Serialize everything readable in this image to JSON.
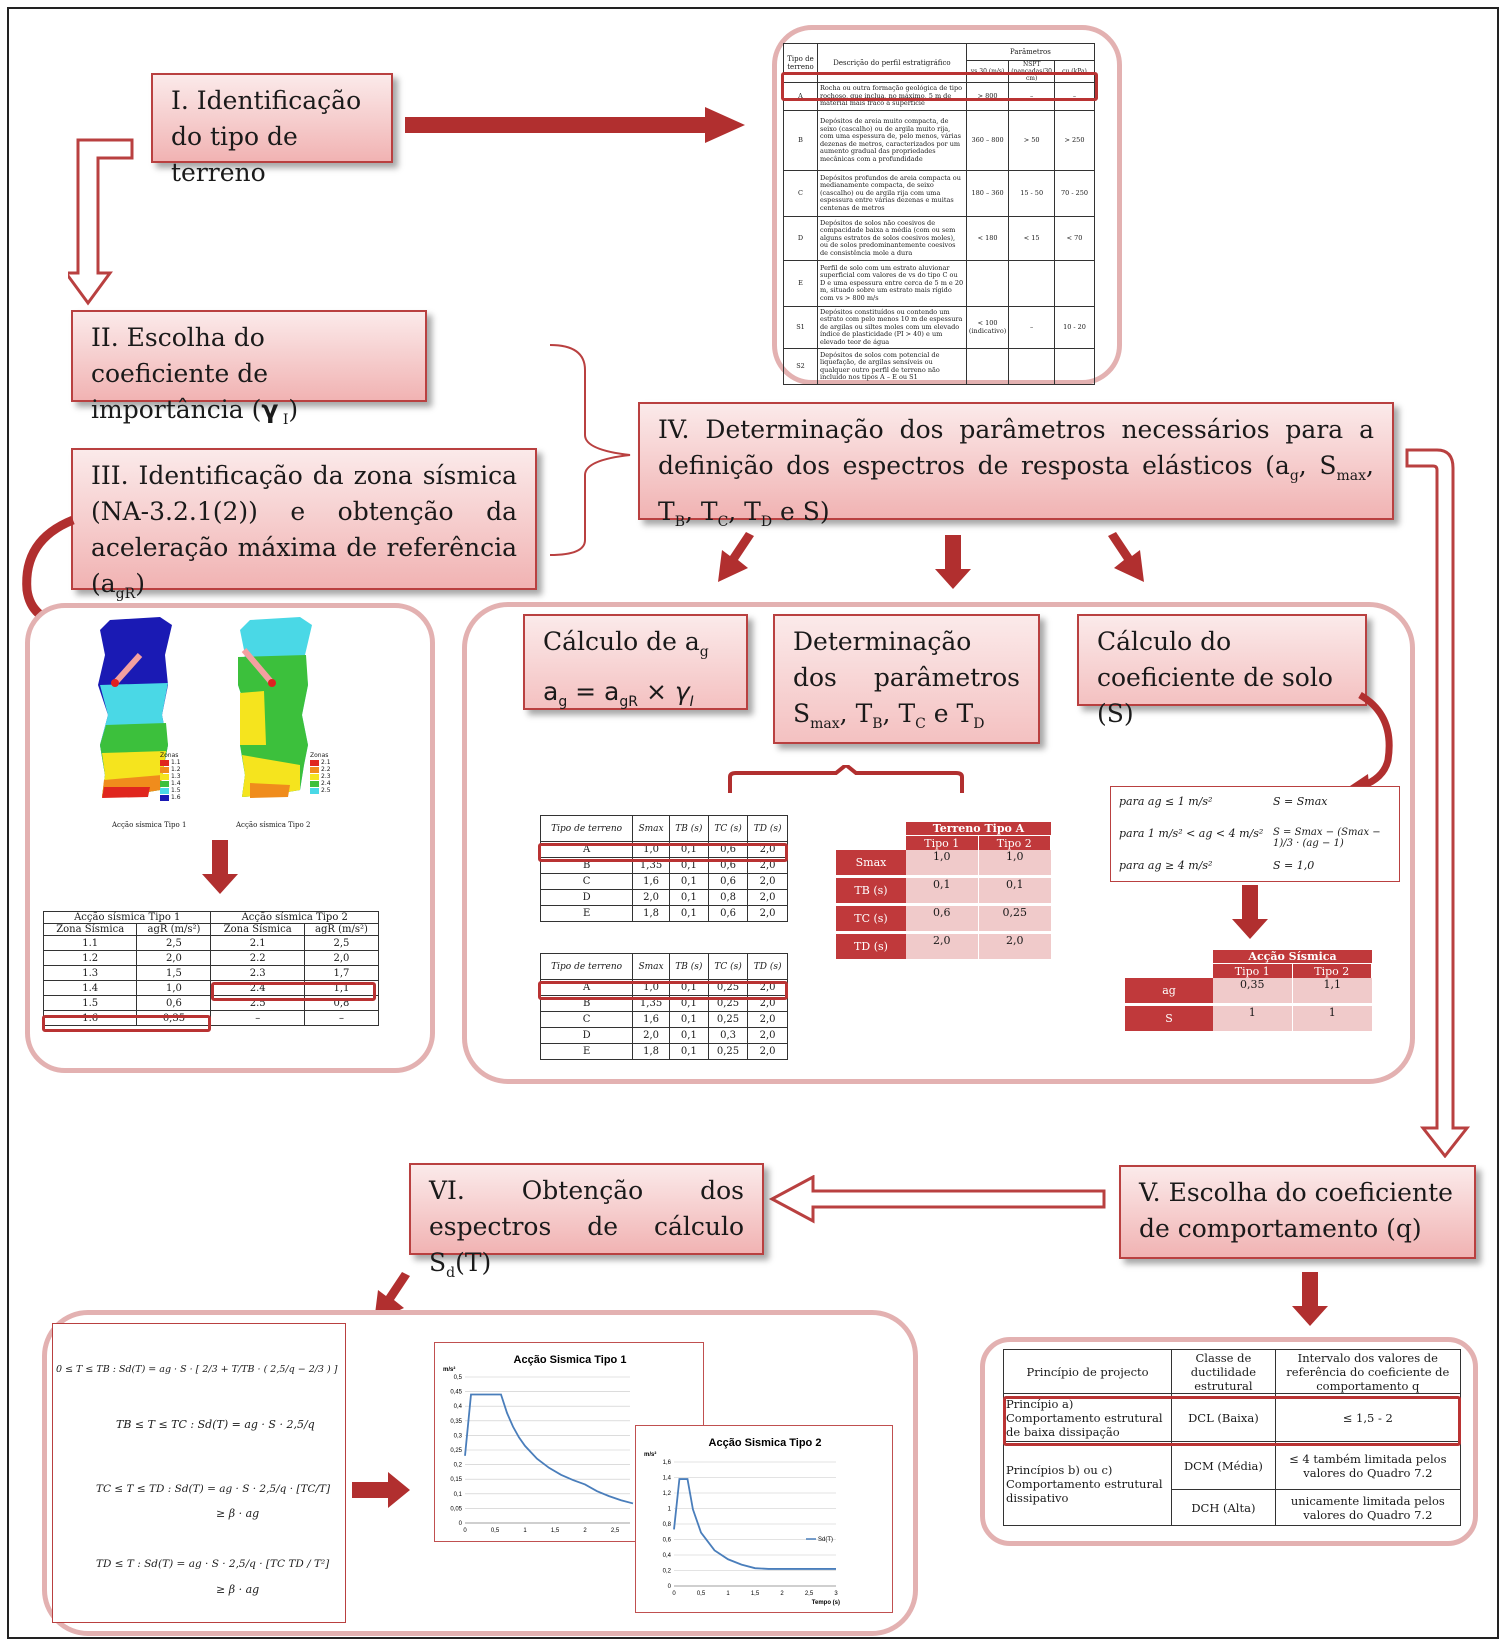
{
  "steps": {
    "s1": "I. Identificação do tipo de terreno",
    "s2_pre": "II. Escolha do coeficiente de importância (",
    "s2_sym": "γ",
    "s2_sub": " I",
    "s2_post": ")",
    "s3_pre": "III. Identificação da zona sísmica (NA-3.2.1(2)) e obtenção da aceleração máxima de referência (a",
    "s3_sub": "gR",
    "s3_post": ")",
    "s4_a": "IV. Determinação dos parâmetros necessários para a definição dos espectros de resposta elásticos (a",
    "s4_g": "g",
    "s4_b": ", S",
    "s4_max": "max",
    "s4_c": ", T",
    "s4_B": "B",
    "s4_d": ", T",
    "s4_C": "C",
    "s4_e": ", T",
    "s4_D": "D",
    "s4_f": " e S)",
    "s5": "V. Escolha do coeficiente de comportamento (q)",
    "s6_pre": "VI. Obtenção dos espectros de cálculo S",
    "s6_sub": "d",
    "s6_post": "(T)"
  },
  "sub": {
    "ag_title_pre": "Cálculo de a",
    "ag_title_sub": "g",
    "ag_eq_a": "a",
    "ag_eq_g": "g",
    "ag_eq_mid": " = a",
    "ag_eq_gR": "gR",
    "ag_eq_x": " × ",
    "ag_eq_gamma": "γ",
    "ag_eq_I": "I",
    "params_a": "Determinação dos parâmetros S",
    "params_max": "max",
    "params_b": ", T",
    "params_B": "B",
    "params_c": ", T",
    "params_C": "C",
    "params_d": " e T",
    "params_D": "D",
    "soil": "Cálculo do coeficiente de solo (S)"
  },
  "soil_table": {
    "headers": [
      "Tipo de terreno",
      "Descrição do perfil estratigráfico",
      "Parâmetros",
      "vs,30 (m/s)",
      "NSPT (pancadas/30 cm)",
      "cu (kPa)"
    ],
    "rows": [
      [
        "A",
        "Rocha ou outra formação geológica de tipo rochoso, que inclua, no máximo, 5 m de material mais fraco à superfície",
        "> 800",
        "–",
        "–"
      ],
      [
        "B",
        "Depósitos de areia muito compacta, de seixo (cascalho) ou de argila muito rija, com uma espessura de, pelo menos, várias dezenas de metros, caracterizados por um aumento gradual das propriedades mecânicas com a profundidade",
        "360 – 800",
        "> 50",
        "> 250"
      ],
      [
        "C",
        "Depósitos profundos de areia compacta ou medianamente compacta, de seixo (cascalho) ou de argila rija com uma espessura entre várias dezenas e muitas centenas de metros",
        "180 – 360",
        "15 - 50",
        "70 - 250"
      ],
      [
        "D",
        "Depósitos de solos não coesivos de compacidade baixa a média (com ou sem alguns estratos de solos coesivos moles), ou de solos predominantemente coesivos de consistência mole a dura",
        "< 180",
        "< 15",
        "< 70"
      ],
      [
        "E",
        "Perfil de solo com um estrato aluvionar superficial com valores de vs do tipo C ou D e uma espessura entre cerca de 5 m e 20 m, situado sobre um estrato mais rígido com vs > 800 m/s",
        "",
        "",
        ""
      ],
      [
        "S1",
        "Depósitos constituídos ou contendo um estrato com pelo menos 10 m de espessura de argilas ou siltes moles com um elevado índice de plasticidade (PI > 40) e um elevado teor de água",
        "< 100 (indicativo)",
        "–",
        "10 - 20"
      ],
      [
        "S2",
        "Depósitos de solos com potencial de liquefação, de argilas sensíveis ou qualquer outro perfil de terreno não incluído nos tipos A – E ou S1",
        "",
        "",
        ""
      ]
    ]
  },
  "maps": {
    "legend_title": "Zonas",
    "map1_zones": [
      "1.1",
      "1.2",
      "1.3",
      "1.4",
      "1.5",
      "1.6"
    ],
    "map2_zones": [
      "2.1",
      "2.2",
      "2.3",
      "2.4",
      "2.5"
    ],
    "map1_caption": "Acção sísmica Tipo 1",
    "map2_caption": "Acção sísmica Tipo 2",
    "zone_colors": [
      "#e0261e",
      "#f08c1c",
      "#f5e41e",
      "#3cc03c",
      "#4ad8e6",
      "#1a1ab4"
    ]
  },
  "zone_table": {
    "h1": "Acção sísmica Tipo 1",
    "h2": "Acção sísmica Tipo 2",
    "cols": [
      "Zona Sísmica",
      "agR (m/s²)",
      "Zona Sísmica",
      "agR (m/s²)"
    ],
    "rows": [
      [
        "1.1",
        "2,5",
        "2.1",
        "2,5"
      ],
      [
        "1.2",
        "2,0",
        "2.2",
        "2,0"
      ],
      [
        "1.3",
        "1,5",
        "2.3",
        "1,7"
      ],
      [
        "1.4",
        "1,0",
        "2.4",
        "1,1"
      ],
      [
        "1.5",
        "0,6",
        "2.5",
        "0,8"
      ],
      [
        "1.6",
        "0,35",
        "–",
        "–"
      ]
    ]
  },
  "param_tables": {
    "cols": [
      "Tipo de terreno",
      "Smax",
      "TB (s)",
      "TC (s)",
      "TD (s)"
    ],
    "type1": [
      [
        "A",
        "1,0",
        "0,1",
        "0,6",
        "2,0"
      ],
      [
        "B",
        "1,35",
        "0,1",
        "0,6",
        "2,0"
      ],
      [
        "C",
        "1,6",
        "0,1",
        "0,6",
        "2,0"
      ],
      [
        "D",
        "2,0",
        "0,1",
        "0,8",
        "2,0"
      ],
      [
        "E",
        "1,8",
        "0,1",
        "0,6",
        "2,0"
      ]
    ],
    "type2": [
      [
        "A",
        "1,0",
        "0,1",
        "0,25",
        "2,0"
      ],
      [
        "B",
        "1,35",
        "0,1",
        "0,25",
        "2,0"
      ],
      [
        "C",
        "1,6",
        "0,1",
        "0,25",
        "2,0"
      ],
      [
        "D",
        "2,0",
        "0,1",
        "0,3",
        "2,0"
      ],
      [
        "E",
        "1,8",
        "0,1",
        "0,25",
        "2,0"
      ]
    ]
  },
  "terreno_a": {
    "title": "Terreno Tipo A",
    "cols": [
      "Tipo 1",
      "Tipo 2"
    ],
    "rows": [
      [
        "Smax",
        "1,0",
        "1,0"
      ],
      [
        "TB (s)",
        "0,1",
        "0,1"
      ],
      [
        "TC (s)",
        "0,6",
        "0,25"
      ],
      [
        "TD (s)",
        "2,0",
        "2,0"
      ]
    ]
  },
  "soil_formula": {
    "l1a": "para  ag ≤ 1 m/s²",
    "l1b": "S = Smax",
    "l2a": "para  1 m/s² < ag < 4 m/s²",
    "l2b": "S = Smax − (Smax − 1)/3 · (ag − 1)",
    "l3a": "para  ag ≥ 4 m/s²",
    "l3b": "S = 1,0"
  },
  "accao_table": {
    "title": "Acção Sísmica",
    "cols": [
      "Tipo 1",
      "Tipo 2"
    ],
    "rows": [
      [
        "ag",
        "0,35",
        "1,1"
      ],
      [
        "S",
        "1",
        "1"
      ]
    ]
  },
  "q_table": {
    "cols": [
      "Princípio de projecto",
      "Classe de ductilidade estrutural",
      "Intervalo dos valores de referência do coeficiente de comportamento q"
    ],
    "r1": [
      "Princípio a) Comportamento estrutural de baixa dissipação",
      "DCL (Baixa)",
      "≤ 1,5 - 2"
    ],
    "r2a": [
      "Princípios b) ou c) Comportamento estrutural dissipativo",
      "DCM (Média)",
      "≤ 4 também limitada pelos valores do Quadro 7.2"
    ],
    "r2b": [
      "DCH (Alta)",
      "unicamente limitada pelos valores do Quadro 7.2"
    ]
  },
  "design_eqs": {
    "e1": "0 ≤ T ≤ TB :  Sd(T) = ag · S · [ 2/3 + T/TB · ( 2,5/q − 2/3 ) ]",
    "e2": "TB ≤ T ≤ TC :  Sd(T) = ag · S · 2,5/q",
    "e3a": "TC ≤ T ≤ TD :  Sd(T)  = ag · S · 2,5/q · [TC/T]",
    "e3b": "≥ β · ag",
    "e4a": "TD ≤ T :   Sd(T)  = ag · S · 2,5/q · [TC TD / T²]",
    "e4b": "≥ β · ag"
  },
  "chart_data": [
    {
      "type": "line",
      "title": "Acção Sismica Tipo 1",
      "ylabel": "m/s²",
      "xlabel": "",
      "ylim": [
        0,
        0.5
      ],
      "yticks": [
        "0",
        "0,05",
        "0,1",
        "0,15",
        "0,2",
        "0,25",
        "0,3",
        "0,35",
        "0,4",
        "0,45",
        "0,5"
      ],
      "xticks": [
        "0",
        "0,5",
        "1",
        "1,5",
        "2",
        "2,5"
      ],
      "x": [
        0,
        0.1,
        0.2,
        0.3,
        0.4,
        0.5,
        0.6,
        0.7,
        0.8,
        0.9,
        1.0,
        1.2,
        1.4,
        1.6,
        1.8,
        2.0,
        2.2,
        2.4,
        2.6,
        2.8
      ],
      "series": [
        {
          "values": [
            0.23,
            0.44,
            0.44,
            0.44,
            0.44,
            0.44,
            0.44,
            0.377,
            0.33,
            0.293,
            0.264,
            0.22,
            0.189,
            0.165,
            0.147,
            0.132,
            0.109,
            0.092,
            0.078,
            0.067
          ]
        }
      ],
      "grid": true
    },
    {
      "type": "line",
      "title": "Acção Sismica Tipo 2",
      "ylabel": "m/s²",
      "xlabel": "Tempo (s)",
      "ylim": [
        0,
        1.6
      ],
      "yticks": [
        "0",
        "0,2",
        "0,4",
        "0,6",
        "0,8",
        "1",
        "1,2",
        "1,4",
        "1,6"
      ],
      "xticks": [
        "0",
        "0,5",
        "1",
        "1,5",
        "2",
        "2,5",
        "3"
      ],
      "x": [
        0,
        0.1,
        0.25,
        0.35,
        0.5,
        0.75,
        1.0,
        1.25,
        1.5,
        1.75,
        2.0,
        2.5,
        3.0
      ],
      "series": [
        {
          "name": "Sd(T)",
          "values": [
            0.73,
            1.38,
            1.38,
            0.99,
            0.69,
            0.46,
            0.345,
            0.276,
            0.23,
            0.22,
            0.22,
            0.22,
            0.22
          ]
        }
      ],
      "grid": true
    }
  ]
}
